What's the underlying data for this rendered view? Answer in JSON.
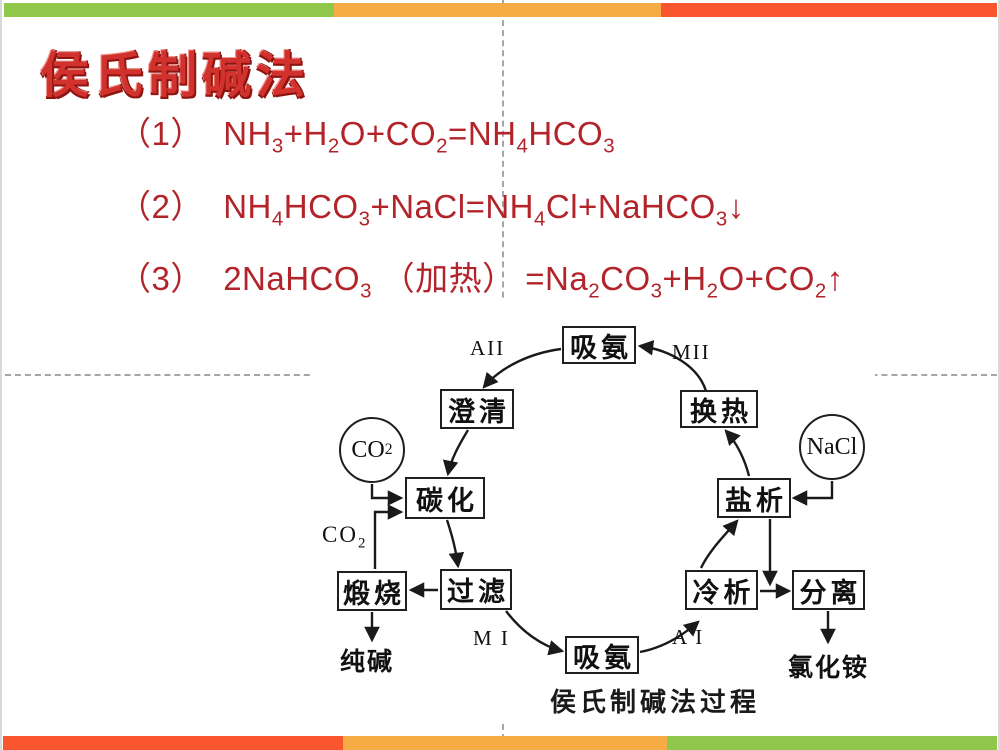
{
  "slide": {
    "title": "侯氏制碱法",
    "equations": [
      "（1）  NH3+H2O+CO2=NH4HCO3",
      "（2）  NH4HCO3+NaCl=NH4Cl+NaHCO3↓",
      "（3）  2NaHCO3 （加热） =Na2CO3+H2O+CO2↑"
    ]
  },
  "diagram": {
    "caption": "侯氏制碱法过程",
    "boxes": {
      "absorb_top": "吸氨",
      "clarify": "澄清",
      "heat_exchange": "换热",
      "carbonate": "碳化",
      "salt_out": "盐析",
      "calcine": "煅烧",
      "filter": "过滤",
      "cold_out": "冷析",
      "separate": "分离",
      "absorb_bottom": "吸氨"
    },
    "circles": {
      "co2": "CO2",
      "nacl": "NaCl"
    },
    "labels": {
      "aii": "AII",
      "mii": "MII",
      "mi": "M I",
      "ai": "A I",
      "co2_line": "CO2",
      "soda": "纯碱",
      "ammonium_chloride": "氯化铵"
    }
  },
  "colors": {
    "bar_green": "#8ec74a",
    "bar_orange": "#f7ab45",
    "bar_red": "#f9552e",
    "equation_red": "#b3232a",
    "title_red": "#d2322d"
  }
}
